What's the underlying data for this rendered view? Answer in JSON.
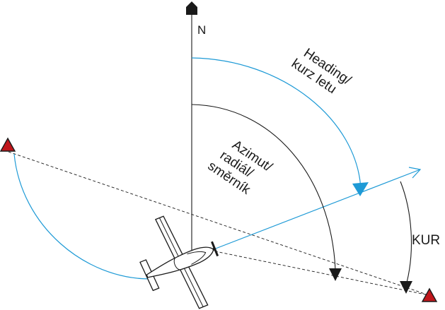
{
  "labels": {
    "north": "N",
    "heading_line1": "Heading/",
    "heading_line2": "kurz letu",
    "azimuth_line1": "Azimut/",
    "azimuth_line2": "radiál/",
    "azimuth_line3": "směrník",
    "kur": "KUR"
  },
  "colors": {
    "heading": "#1e9ad6",
    "lines": "#1a1a1a",
    "marker_fill": "#c0161b"
  },
  "icons": {
    "north_marker": "north-pointer-icon",
    "station_marker": "red-triangle-icon",
    "aircraft": "airplane-icon"
  }
}
